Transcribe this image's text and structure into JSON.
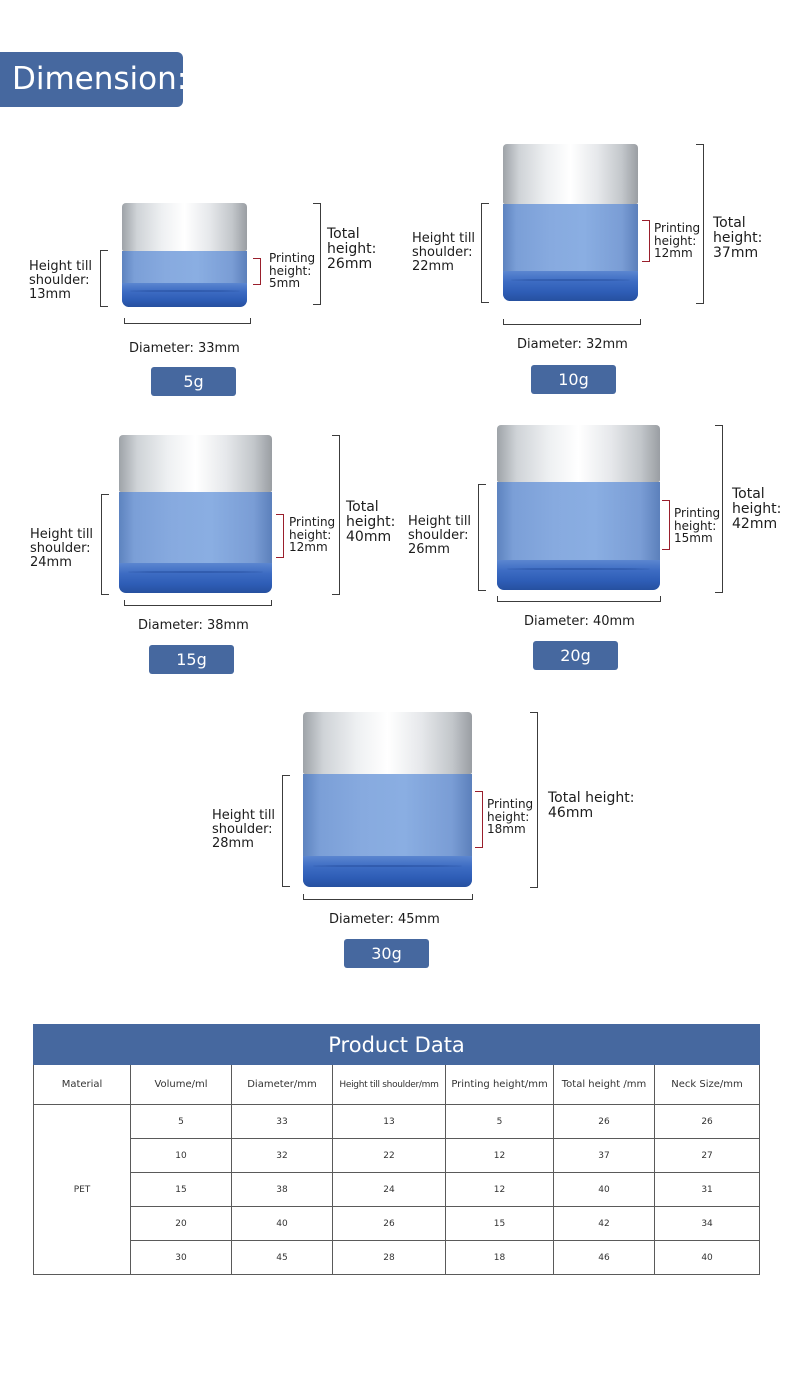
{
  "heading": "Dimension:",
  "jars": [
    {
      "weight": "5g",
      "diameter": "Diameter:  33mm",
      "shoulder": "Height till\nshoulder:\n13mm",
      "printing": "Printing\nheight:\n5mm",
      "total": "Total\nheight:\n26mm"
    },
    {
      "weight": "10g",
      "diameter": "Diameter:  32mm",
      "shoulder": "Height till\nshoulder:\n22mm",
      "printing": "Printing\nheight:\n12mm",
      "total": "Total\nheight:\n37mm"
    },
    {
      "weight": "15g",
      "diameter": "Diameter:  38mm",
      "shoulder": "Height till\nshoulder:\n24mm",
      "printing": "Printing\nheight:\n12mm",
      "total": "Total\nheight:\n40mm"
    },
    {
      "weight": "20g",
      "diameter": "Diameter:  40mm",
      "shoulder": "Height till\nshoulder:\n26mm",
      "printing": "Printing\nheight:\n15mm",
      "total": "Total\nheight:\n42mm"
    },
    {
      "weight": "30g",
      "diameter": "Diameter:  45mm",
      "shoulder": "Height till\nshoulder:\n28mm",
      "printing": "Printing\nheight:\n18mm",
      "total": "Total height:\n46mm"
    }
  ],
  "table": {
    "title": "Product Data",
    "columns": [
      "Material",
      "Volume/ml",
      "Diameter/mm",
      "Height till shoulder/mm",
      "Printing height/mm",
      "Total height /mm",
      "Neck Size/mm"
    ],
    "material": "PET",
    "rows": [
      [
        "5",
        "33",
        "13",
        "5",
        "26",
        "26"
      ],
      [
        "10",
        "32",
        "22",
        "12",
        "37",
        "27"
      ],
      [
        "15",
        "38",
        "24",
        "12",
        "40",
        "31"
      ],
      [
        "20",
        "40",
        "26",
        "15",
        "42",
        "34"
      ],
      [
        "30",
        "45",
        "28",
        "18",
        "46",
        "40"
      ]
    ]
  }
}
